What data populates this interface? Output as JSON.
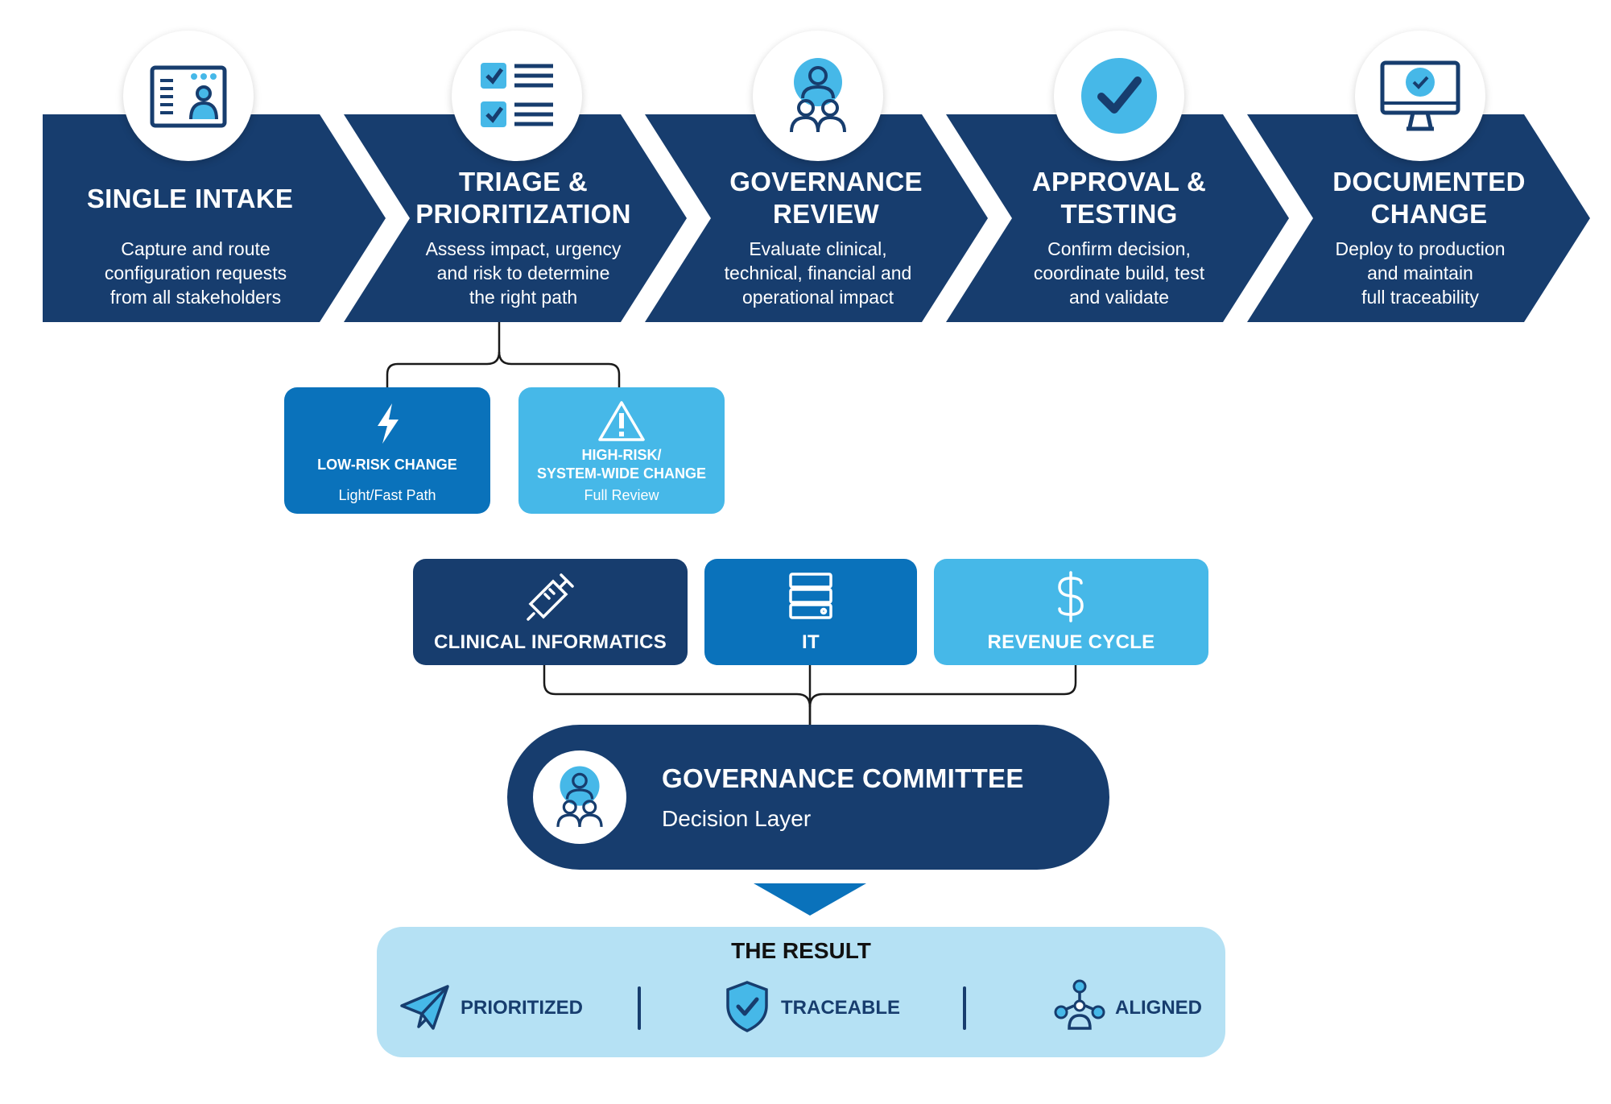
{
  "steps": [
    {
      "title_lines": [
        "SINGLE INTAKE"
      ],
      "desc_lines": [
        "Capture and route",
        "configuration requests",
        "from all stakeholders"
      ],
      "icon": "intake-form-icon"
    },
    {
      "title_lines": [
        "TRIAGE &",
        "PRIORITIZATION"
      ],
      "desc_lines": [
        "Assess impact, urgency",
        "and risk to determine",
        "the right path"
      ],
      "icon": "checklist-icon"
    },
    {
      "title_lines": [
        "GOVERNANCE",
        "REVIEW"
      ],
      "desc_lines": [
        "Evaluate clinical,",
        "technical, financial and",
        "operational impact"
      ],
      "icon": "group-people-icon"
    },
    {
      "title_lines": [
        "APPROVAL &",
        "TESTING"
      ],
      "desc_lines": [
        "Confirm decision,",
        "coordinate build, test",
        "and validate"
      ],
      "icon": "check-circle-icon"
    },
    {
      "title_lines": [
        "DOCUMENTED",
        "CHANGE"
      ],
      "desc_lines": [
        "Deploy to production",
        "and maintain",
        "full traceability"
      ],
      "icon": "monitor-check-icon"
    }
  ],
  "paths": [
    {
      "title_lines": [
        "LOW-RISK CHANGE"
      ],
      "sub": "Light/Fast Path",
      "icon": "lightning-icon",
      "color": "#0a72bb"
    },
    {
      "title_lines": [
        "HIGH-RISK/",
        "SYSTEM-WIDE CHANGE"
      ],
      "sub": "Full Review",
      "icon": "warning-icon",
      "color": "#46b8e8"
    }
  ],
  "departments": [
    {
      "label": "CLINICAL INFORMATICS",
      "icon": "syringe-icon",
      "color": "#173d6e"
    },
    {
      "label": "IT",
      "icon": "server-icon",
      "color": "#0a72bb"
    },
    {
      "label": "REVENUE CYCLE",
      "icon": "dollar-icon",
      "color": "#46b8e8"
    }
  ],
  "committee": {
    "title": "GOVERNANCE COMMITTEE",
    "subtitle": "Decision Layer",
    "icon": "group-people-icon"
  },
  "result": {
    "title": "THE RESULT",
    "items": [
      {
        "label": "PRIORITIZED",
        "icon": "paper-plane-icon"
      },
      {
        "label": "TRACEABLE",
        "icon": "shield-check-icon"
      },
      {
        "label": "ALIGNED",
        "icon": "network-icon"
      }
    ]
  },
  "colors": {
    "navy": "#173d6e",
    "mid_blue": "#0a72bb",
    "light_blue": "#46b8e8",
    "pale_blue": "#b5e1f4",
    "connector": "#1a1a1a"
  }
}
